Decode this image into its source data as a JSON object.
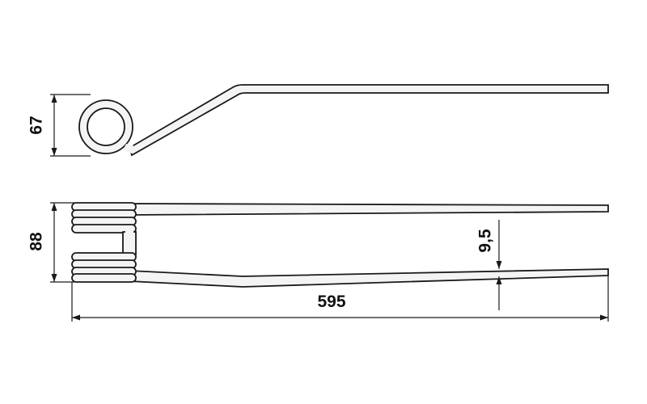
{
  "dimensions": {
    "coil_height": "67",
    "total_height": "88",
    "tip_thickness": "9,5",
    "length": "595"
  },
  "colors": {
    "stroke": "#1a1a1a",
    "fill": "#f4f4f4",
    "background": "#ffffff"
  }
}
